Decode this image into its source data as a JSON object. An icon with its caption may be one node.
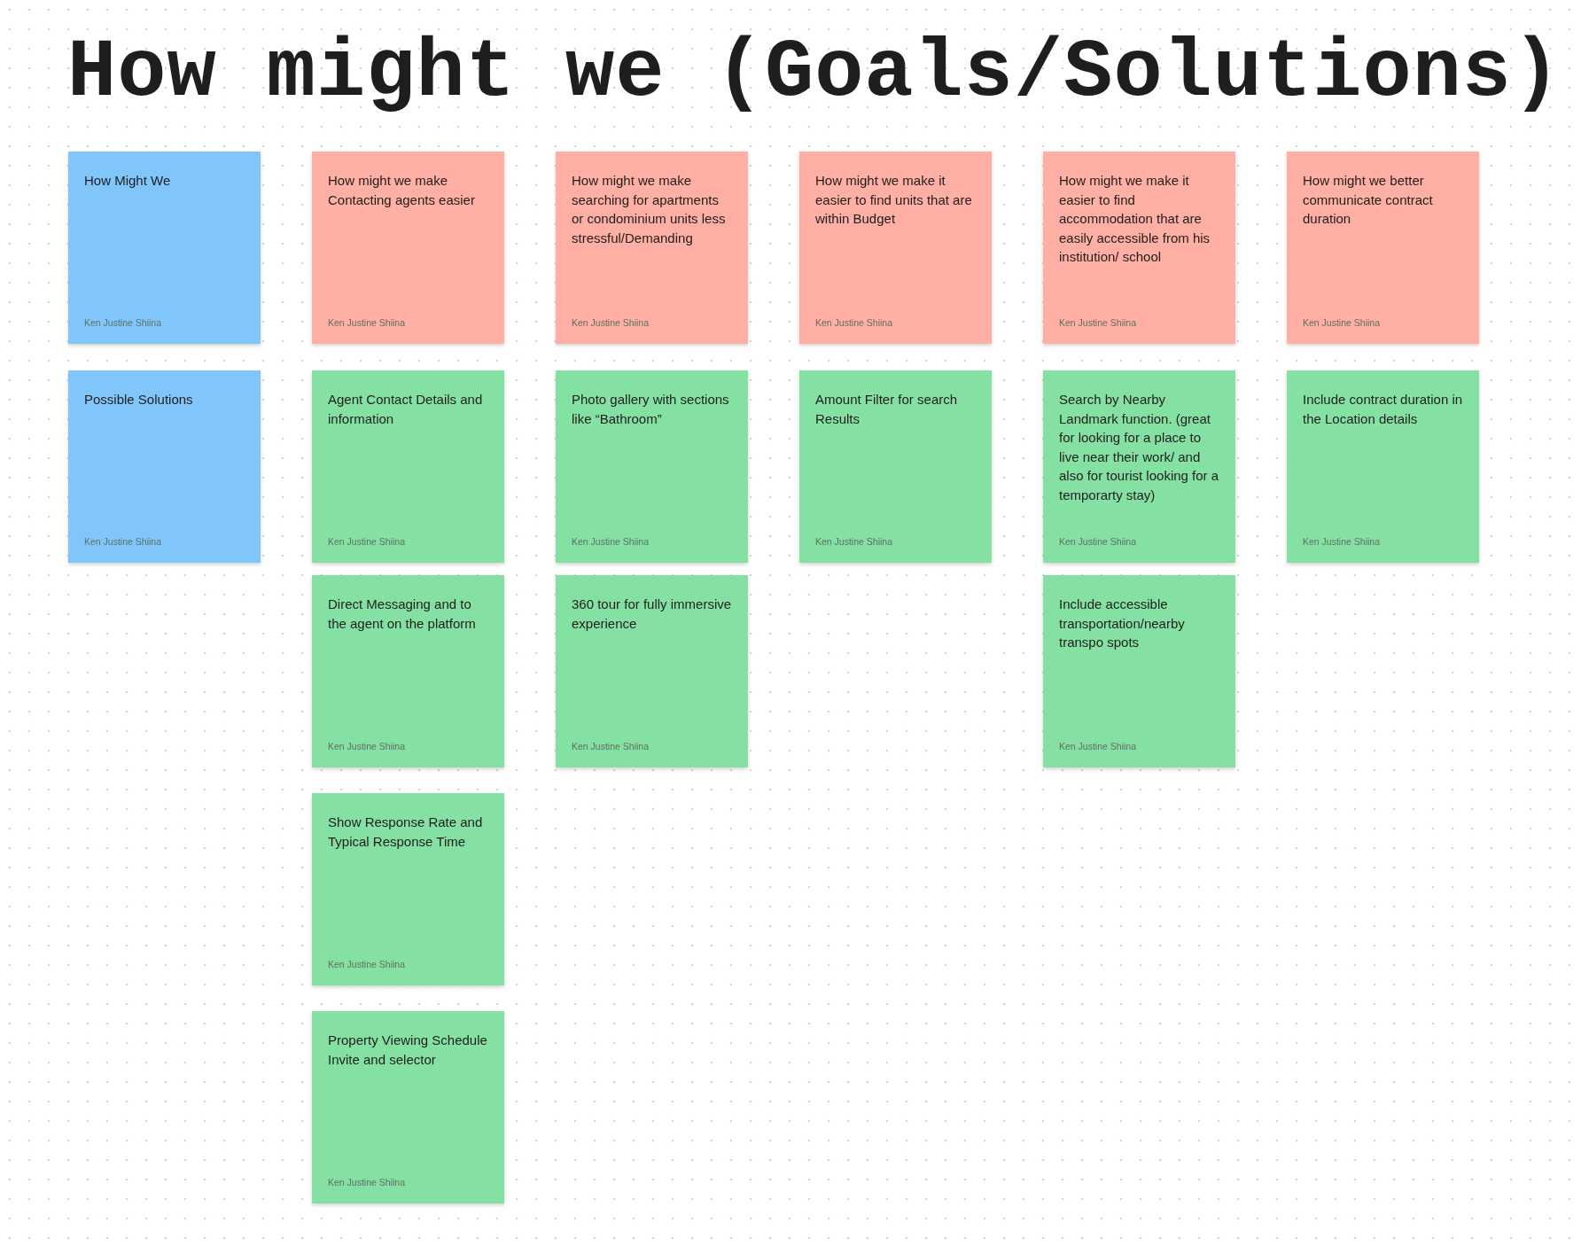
{
  "diagram": {
    "title": "How might we (Goals/Solutions)",
    "nodes": [
      {
        "text": [
          "How Might We",
          "Ken Justine Shiina"
        ]
      },
      {
        "text": [
          "How might we make Contacting agents easier",
          "Ken Justine Shiina"
        ]
      },
      {
        "text": [
          "How might we make searching for apartments or condominium units less stressful/Demanding",
          "Ken Justine Shiina"
        ]
      },
      {
        "text": [
          "How might we make it easier to find units that are within Budget",
          "Ken Justine Shiina"
        ]
      },
      {
        "text": [
          "How might we make it easier to find accommodation that are easily accessible from his institution/ school",
          "Ken Justine Shiina"
        ]
      },
      {
        "text": [
          "How might we better communicate contract duration",
          "Ken Justine Shiina"
        ]
      },
      {
        "text": [
          "Possible Solutions",
          "Ken Justine Shiina"
        ]
      },
      {
        "text": [
          "Agent Contact Details and information",
          "Ken Justine Shiina"
        ]
      },
      {
        "text": [
          "Photo gallery with sections like “Bathroom”",
          "Ken Justine Shiina"
        ]
      },
      {
        "text": [
          "Amount Filter for search Results",
          "Ken Justine Shiina"
        ]
      },
      {
        "text": [
          "Search by Nearby Landmark function. (great for looking for a place to live near their work/ and also for tourist looking for a temporarty stay)",
          "Ken Justine Shiina"
        ]
      },
      {
        "text": [
          "Include contract duration in the Location details",
          "Ken Justine Shiina"
        ]
      },
      {
        "text": [
          "Direct Messaging and to the agent on the platform",
          "Ken Justine Shiina"
        ]
      },
      {
        "text": [
          "360 tour for fully immersive experience",
          "Ken Justine Shiina"
        ]
      },
      {
        "text": [
          "Include accessible transportation/nearby transpo spots",
          "Ken Justine Shiina"
        ]
      },
      {
        "text": [
          "Show Response Rate and Typical Response Time",
          "Ken Justine Shiina"
        ]
      },
      {
        "text": [
          "Property Viewing Schedule Invite and selector",
          "Ken Justine Shiina"
        ]
      }
    ]
  }
}
